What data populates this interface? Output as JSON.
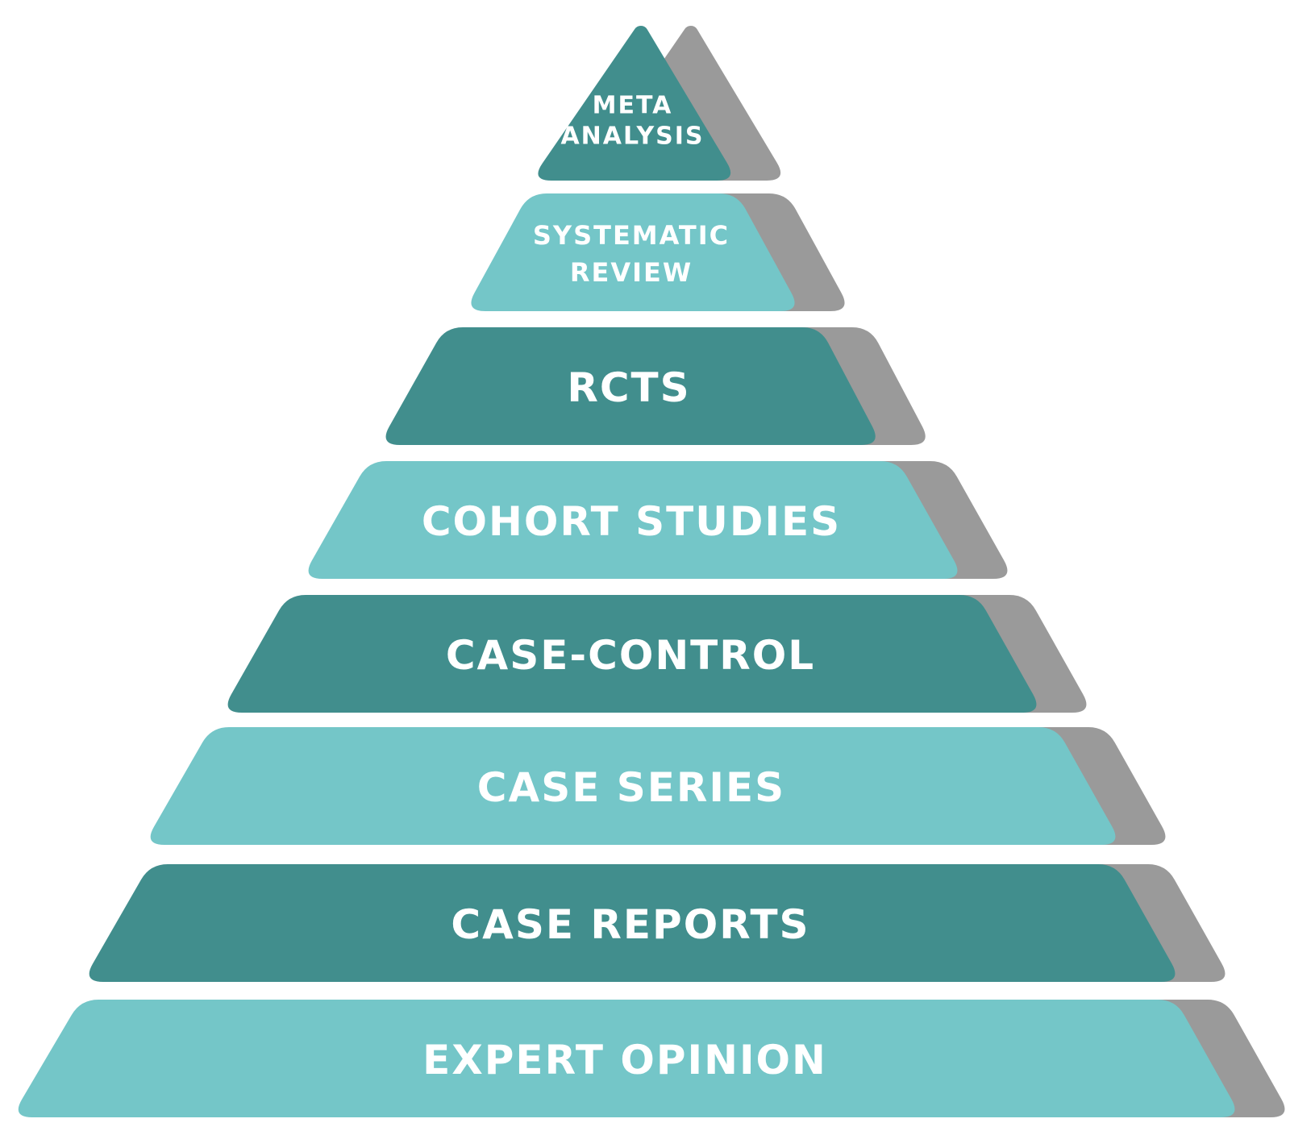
{
  "title": "Evidence Pyramid",
  "colors": {
    "dark_teal": "#418e8d",
    "light_teal": "#74c6c8",
    "shadow_gray": "#9a9a9a",
    "label": "#ffffff"
  },
  "tiers": [
    {
      "lines": [
        "META",
        "ANALYSIS"
      ],
      "tone": "dark"
    },
    {
      "lines": [
        "SYSTEMATIC",
        "REVIEW"
      ],
      "tone": "light"
    },
    {
      "lines": [
        "RCTS"
      ],
      "tone": "dark"
    },
    {
      "lines": [
        "COHORT STUDIES"
      ],
      "tone": "light"
    },
    {
      "lines": [
        "CASE-CONTROL"
      ],
      "tone": "dark"
    },
    {
      "lines": [
        "CASE SERIES"
      ],
      "tone": "light"
    },
    {
      "lines": [
        "CASE REPORTS"
      ],
      "tone": "dark"
    },
    {
      "lines": [
        "EXPERT OPINION"
      ],
      "tone": "light"
    }
  ]
}
